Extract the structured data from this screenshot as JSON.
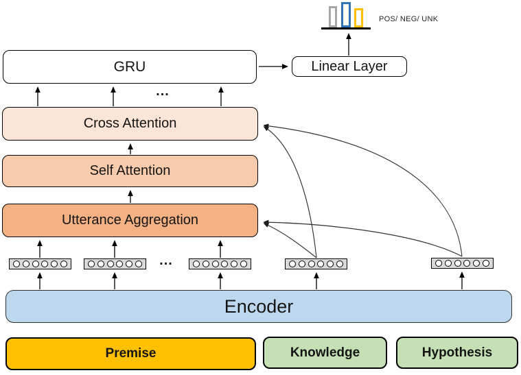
{
  "output": {
    "classes_label": "POS/ NEG/ UNK",
    "bars": [
      {
        "name": "pos",
        "color": "#A6A6A6"
      },
      {
        "name": "neg",
        "color": "#2E75B6"
      },
      {
        "name": "unk",
        "color": "#FFC000"
      }
    ]
  },
  "layers": {
    "gru": "GRU",
    "linear": "Linear Layer",
    "cross_attention": "Cross Attention",
    "self_attention": "Self Attention",
    "utterance_aggregation": "Utterance Aggregation",
    "encoder": "Encoder"
  },
  "inputs": {
    "premise": "Premise",
    "knowledge": "Knowledge",
    "hypothesis": "Hypothesis"
  },
  "ellipsis": "...",
  "token_strips": {
    "count": 5,
    "circles_per_strip": 6
  },
  "colors": {
    "cross_attention_fill": "#FBE5D6",
    "self_attention_fill": "#F8CBAD",
    "utterance_aggregation_fill": "#F4B183",
    "encoder_fill": "#BDD7EE",
    "premise_fill": "#FFC000",
    "knowledge_fill": "#C5E0B4",
    "hypothesis_fill": "#C5E0B4",
    "token_strip_fill": "#D9D9D9"
  }
}
